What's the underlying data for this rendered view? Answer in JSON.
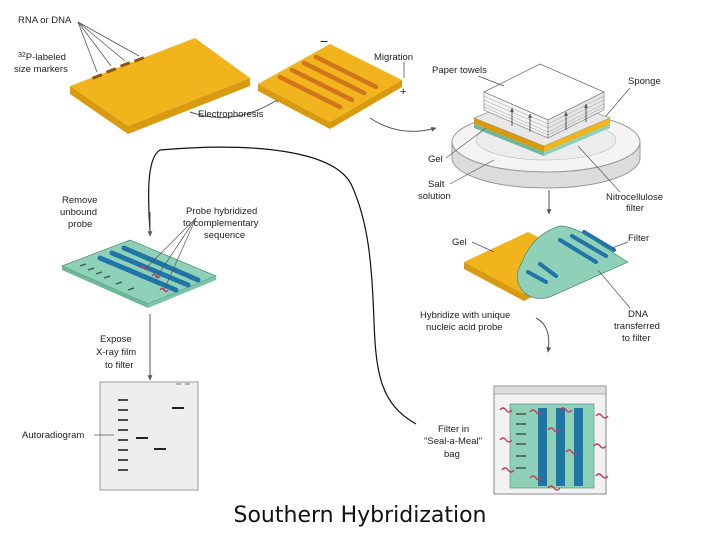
{
  "title": "Southern Hybridization",
  "labels": {
    "rna_dna": "RNA or DNA",
    "size_markers_sup": "32",
    "size_markers_1": "P-labeled",
    "size_markers_2": "size markers",
    "electrophoresis": "Electrophoresis",
    "minus": "−",
    "plus": "+",
    "migration": "Migration",
    "paper_towels": "Paper towels",
    "sponge": "Sponge",
    "gel_1": "Gel",
    "salt_1": "Salt",
    "salt_2": "solution",
    "nitro_1": "Nitrocellulose",
    "nitro_2": "filter",
    "gel_2": "Gel",
    "filter": "Filter",
    "hybridize_1": "Hybridize with unique",
    "hybridize_2": "nucleic acid probe",
    "dna_tr_1": "DNA",
    "dna_tr_2": "transferred",
    "dna_tr_3": "to filter",
    "bag_1": "Filter in",
    "bag_2": "\"Seal-a-Meal\"",
    "bag_3": "bag",
    "remove_1": "Remove",
    "remove_2": "unbound",
    "remove_3": "probe",
    "probe_1": "Probe hybridized",
    "probe_2": "to complementary",
    "probe_3": "sequence",
    "expose_1": "Expose",
    "expose_2": "X-ray film",
    "expose_3": "to filter",
    "autoradiogram": "Autoradiogram"
  },
  "colors": {
    "gel": "#f2b41c",
    "gel_side": "#d99a10",
    "band": "#d0741a",
    "filter": "#8fd0b8",
    "blue_band": "#1f74a8",
    "probe": "#c23a6a",
    "xray": "#eeeeee"
  }
}
